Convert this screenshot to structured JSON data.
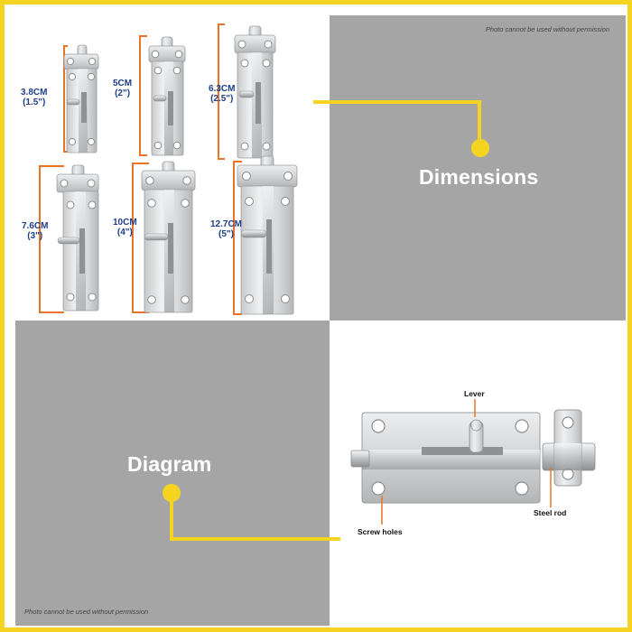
{
  "watermark": "Photo cannot be used without permission",
  "panels": {
    "dimensions_title": "Dimensions",
    "diagram_title": "Diagram"
  },
  "sizes": [
    {
      "cm": "3.8CM",
      "inch": "(1.5\")"
    },
    {
      "cm": "5CM",
      "inch": "(2\")"
    },
    {
      "cm": "6.3CM",
      "inch": "(2.5\")"
    },
    {
      "cm": "7.6CM",
      "inch": "(3\")"
    },
    {
      "cm": "10CM",
      "inch": "(4\")"
    },
    {
      "cm": "12.7CM",
      "inch": "(5\")"
    }
  ],
  "diagram_labels": {
    "lever": "Lever",
    "screw_holes": "Screw holes",
    "steel_rod": "Steel rod"
  },
  "colors": {
    "frame": "#f4d421",
    "panel_gray": "#a6a5a6",
    "dimension_text": "#1d3e8a",
    "dimension_bracket": "#e8742a",
    "connector": "#f4d421"
  },
  "icons": {
    "latch": "barrel-bolt-latch-icon",
    "connector_dot": "yellow-dot-icon"
  }
}
